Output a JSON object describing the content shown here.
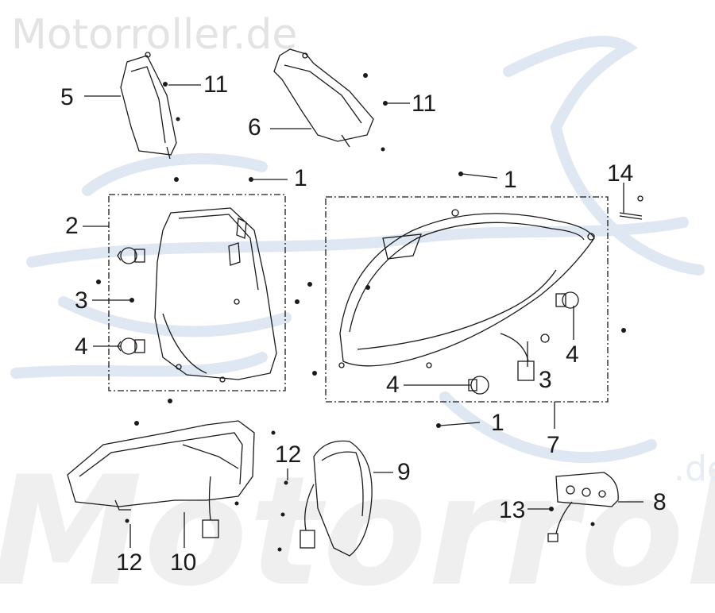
{
  "watermark": {
    "top_text": "Motorroller.de",
    "bottom_text": "Motorroller",
    "corner_text": ".de"
  },
  "colors": {
    "line": "#1a1a1a",
    "watermark_blue": "#dfe8f2",
    "watermark_gray": "#e3e3e3"
  },
  "labels": {
    "l5": "5",
    "l11a": "11",
    "l6": "6",
    "l11b": "11",
    "l1a": "1",
    "l1b": "1",
    "l14": "14",
    "l2": "2",
    "l3a": "3",
    "l4a": "4",
    "l4b": "4",
    "l3b": "3",
    "l4c": "4",
    "l1c": "1",
    "l7": "7",
    "l12a": "12",
    "l9": "9",
    "l8": "8",
    "l13": "13",
    "l12b": "12",
    "l10": "10"
  }
}
